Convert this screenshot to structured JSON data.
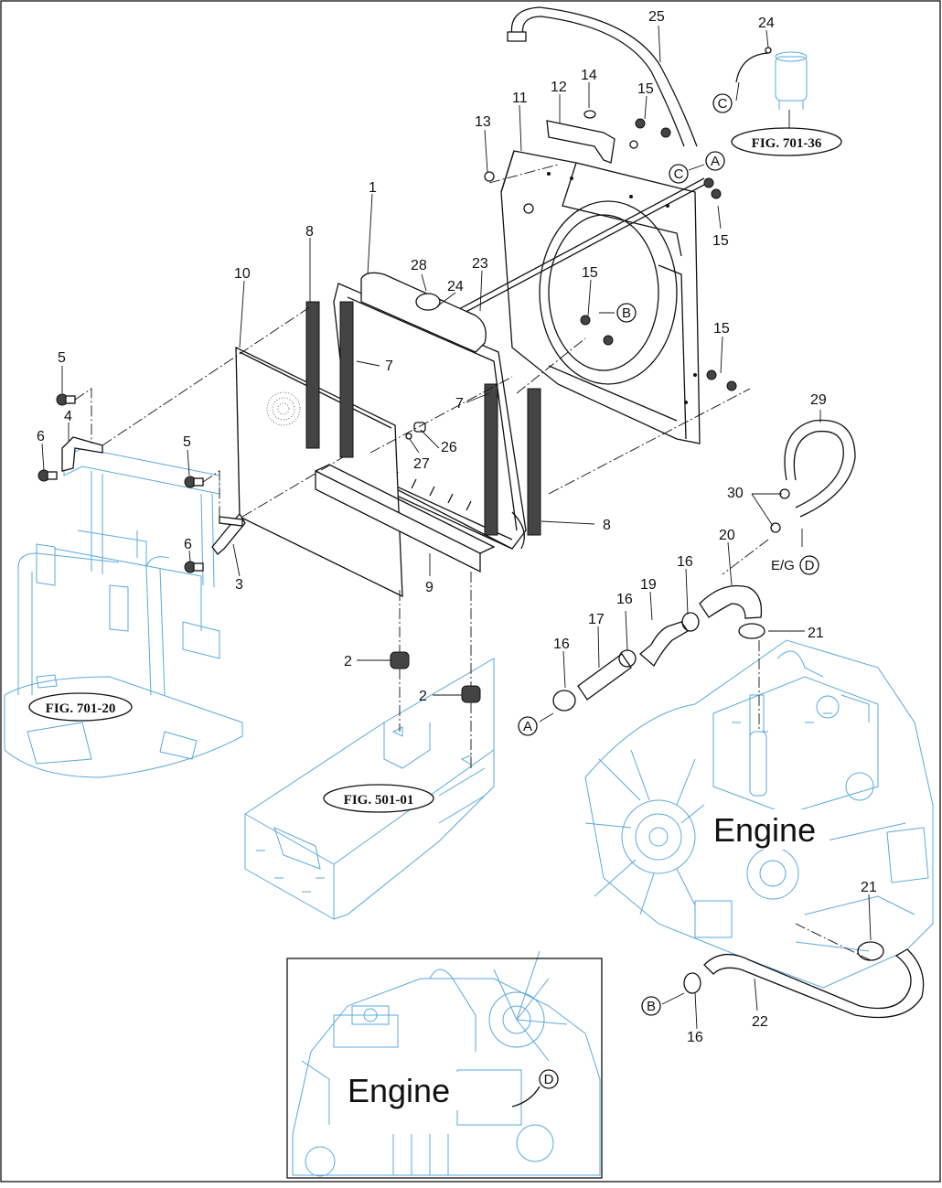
{
  "callouts": {
    "c1": "1",
    "c2a": "2",
    "c2b": "2",
    "c3": "3",
    "c4": "4",
    "c5a": "5",
    "c5b": "5",
    "c6a": "6",
    "c6b": "6",
    "c7a": "7",
    "c7b": "7",
    "c8a": "8",
    "c8b": "8",
    "c9": "9",
    "c10": "10",
    "c11": "11",
    "c12": "12",
    "c13": "13",
    "c14": "14",
    "c15a": "15",
    "c15b": "15",
    "c15c": "15",
    "c15d": "15",
    "c16a": "16",
    "c16b": "16",
    "c16c": "16",
    "c16d": "16",
    "c17": "17",
    "c19": "19",
    "c20": "20",
    "c21a": "21",
    "c21b": "21",
    "c22": "22",
    "c23": "23",
    "c24a": "24",
    "c24b": "24",
    "c25": "25",
    "c26": "26",
    "c27": "27",
    "c28": "28",
    "c29": "29",
    "c30": "30"
  },
  "refs": {
    "fig_701_36": "FIG. 701-36",
    "fig_701_20": "FIG. 701-20",
    "fig_501_01": "FIG. 501-01"
  },
  "markers": {
    "A": "A",
    "B": "B",
    "C": "C",
    "D": "D",
    "eg": "E/G"
  },
  "labels": {
    "engine_main": "Engine",
    "engine_inset": "Engine"
  },
  "colors": {
    "ink": "#111111",
    "reference_parts": "#5aa9dd"
  }
}
